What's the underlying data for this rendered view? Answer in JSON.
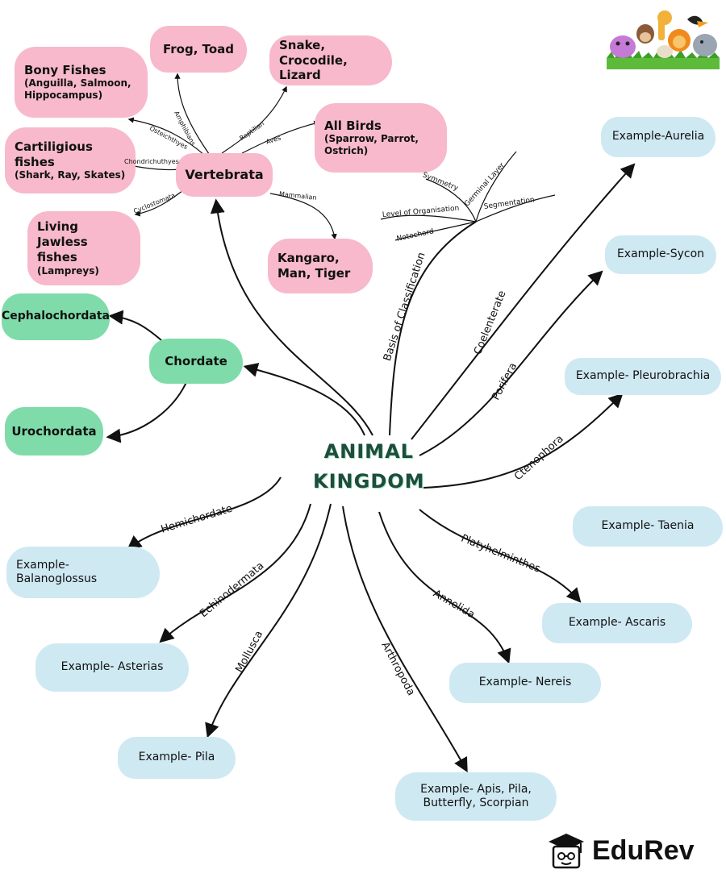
{
  "title": [
    "ANIMAL",
    "KINGDOM"
  ],
  "chordate": {
    "label": "Chordate",
    "cephalo": "Cephalochordata",
    "uro": "Urochordata"
  },
  "vertebrata": {
    "label": "Vertebrata",
    "bony": {
      "name": "Bony Fishes",
      "detail": "(Anguilla, Salmoon, Hippocampus)"
    },
    "frog": "Frog, Toad",
    "snake": {
      "name": "Snake, Crocodile, Lizard"
    },
    "birds": {
      "name": "All Birds",
      "detail": "(Sparrow, Parrot, Ostrich)"
    },
    "cart": {
      "name": "Cartiligious fishes",
      "detail": "(Shark, Ray, Skates)"
    },
    "jawless": {
      "name": "Living Jawless fishes",
      "detail": "(Lampreys)"
    },
    "kangaroo": "Kangaro, Man, Tiger",
    "edge_labels": {
      "osteichthyes": "Osteichthyes",
      "amphibians": "Amphibians",
      "reptilian": "Reptilian",
      "aves": "Aves",
      "chondrichthyes": "Chondrichuthyes",
      "cyclostomata": "Cyclostomata",
      "mammalian": "Mammalian"
    }
  },
  "basis": {
    "label": "Basis of Classification",
    "symmetry": "Symmetry",
    "germinal": "Germinal Layer",
    "level": "Level of Organisation",
    "segmentation": "Segmentation",
    "notochord": "Notochord"
  },
  "phyla": {
    "coelenterate": "Coelenterate",
    "porifera": "Porifera",
    "ctenophora": "Ctenophora",
    "platyhelminthes": "Platyhelminthes",
    "annelida": "Annelida",
    "arthropoda": "Arthropoda",
    "mollusca": "Mollusca",
    "echinodermata": "Echinodermata",
    "hemichordate": "Hemichordate"
  },
  "examples": {
    "aurelia": "Example-Aurelia",
    "sycon": "Example-Sycon",
    "pleurobrachia": "Example- Pleurobrachia",
    "taenia": "Example- Taenia",
    "ascaris": "Example- Ascaris",
    "nereis": "Example- Nereis",
    "apis": "Example- Apis, Pila, Butterfly, Scorpian",
    "pila": "Example- Pila",
    "asterias": "Example- Asterias",
    "balanoglossus": "Example- Balanoglossus"
  },
  "brand": "EduRev",
  "colors": {
    "pink": "#f7b9cb",
    "green": "#7fdcaa",
    "blue": "#cfe9f3",
    "title": "#1e4d3b"
  },
  "icons": [
    "animals-cartoon-icon",
    "graduate-cap-icon"
  ]
}
